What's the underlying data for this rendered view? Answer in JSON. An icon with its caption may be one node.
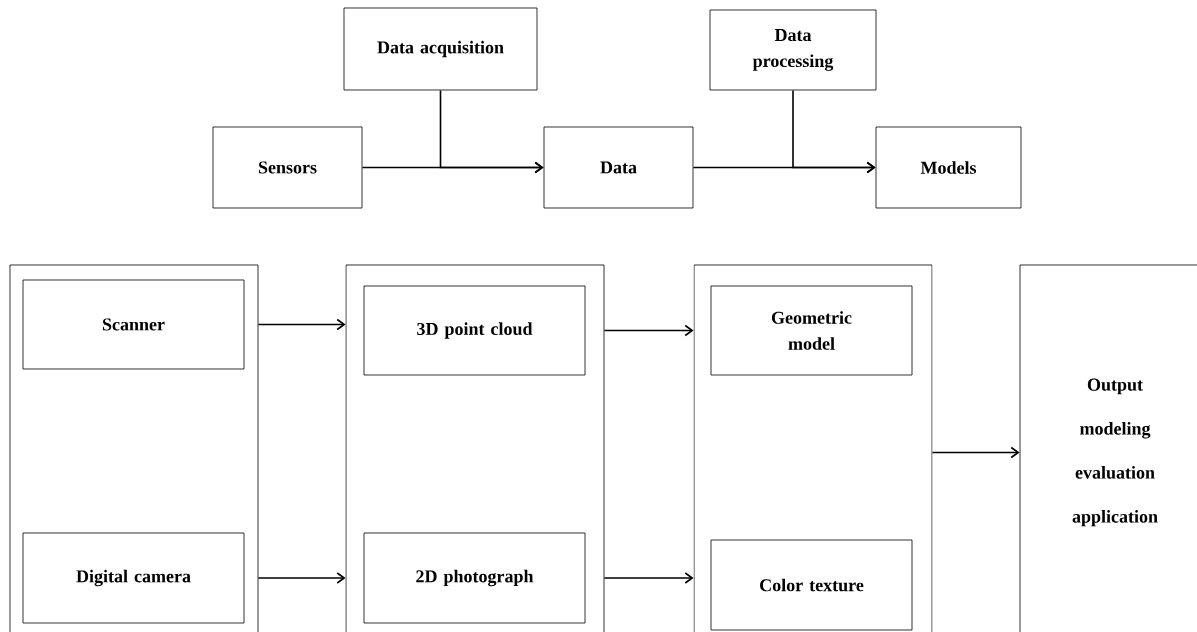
{
  "diagram": {
    "nodes": [
      {
        "text": [
          "Data acquisition"
        ]
      },
      {
        "text": [
          "Data processing"
        ]
      },
      {
        "text": [
          "Sensors"
        ]
      },
      {
        "text": [
          "Data"
        ]
      },
      {
        "text": [
          "Models"
        ]
      },
      {
        "text": [],
        "shape": "box"
      },
      {
        "text": [
          "Scanner"
        ],
        "in": 5
      },
      {
        "text": [
          "Digital camera"
        ],
        "in": 5
      },
      {
        "text": [],
        "shape": "box"
      },
      {
        "text": [
          "3D point cloud"
        ],
        "in": 8
      },
      {
        "text": [
          "2D photograph"
        ],
        "in": 8
      },
      {
        "text": [],
        "shape": "box"
      },
      {
        "text": [
          "Geometric model"
        ],
        "in": 11
      },
      {
        "text": [
          "Color texture"
        ],
        "in": 11
      },
      {
        "text": [
          "Output modeling evaluation application"
        ]
      }
    ],
    "edges": [
      {
        "from": 2,
        "to": 3,
        "arrow": "to"
      },
      {
        "from": 0,
        "to": 3,
        "arrow": "to"
      },
      {
        "from": 3,
        "to": 4,
        "arrow": "to"
      },
      {
        "from": 1,
        "to": 4,
        "arrow": "to"
      },
      {
        "from": 6,
        "to": 9,
        "arrow": "to"
      },
      {
        "from": 7,
        "to": 10,
        "arrow": "to"
      },
      {
        "from": 9,
        "to": 12,
        "arrow": "to"
      },
      {
        "from": 10,
        "to": 13,
        "arrow": "to"
      },
      {
        "from": 11,
        "to": 14,
        "arrow": "to"
      }
    ]
  }
}
